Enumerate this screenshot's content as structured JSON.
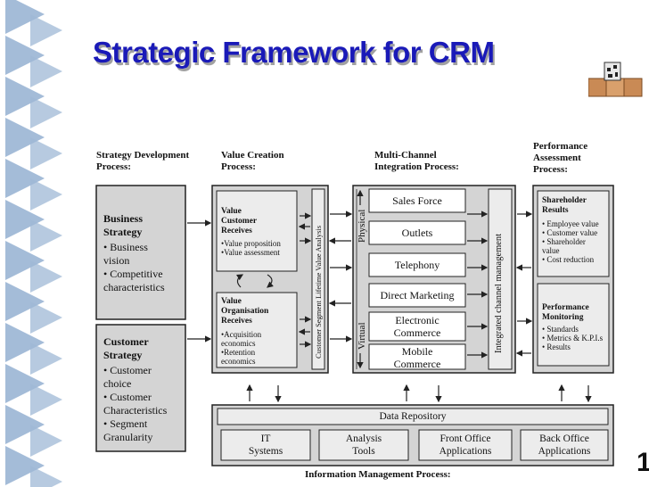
{
  "slide": {
    "title": "Strategic Framework for CRM",
    "page_number": "1"
  },
  "colors": {
    "title": "#1a1ab8",
    "box_fill": "#d4d4d4",
    "channel_fill": "#ffffff",
    "line": "#222222",
    "deco_triangle": "#9fb8d6"
  },
  "icons": [
    "puzzle-cube-icon"
  ],
  "headers": {
    "strategy": "Strategy Development\nProcess:",
    "value": "Value Creation\nProcess:",
    "multichannel": "Multi-Channel\nIntegration Process:",
    "performance": "Performance\nAssessment\nProcess:",
    "information": "Information Management Process:"
  },
  "strategy": {
    "business_title": "Business\nStrategy",
    "business_items": "• Business\n  vision\n• Competitive\n  characteristics",
    "customer_title": "Customer\nStrategy",
    "customer_items": "• Customer\n  choice\n• Customer\n  Characteristics\n• Segment\n  Granularity"
  },
  "value": {
    "customer_title": "Value\nCustomer\nReceives",
    "customer_items": "•Value proposition\n•Value assessment",
    "org_title": "Value\nOrganisation\nReceives",
    "org_items": "•Acquisition\n economics\n•Retention\n economics",
    "vertical_label": "Customer Segment Lifetime Value Analysis"
  },
  "channels": {
    "physical_label": "Physical",
    "virtual_label": "Virtual",
    "integrated_label": "Integrated channel management",
    "items": [
      "Sales Force",
      "Outlets",
      "Telephony",
      "Direct Marketing",
      "Electronic\nCommerce",
      "Mobile\nCommerce"
    ]
  },
  "performance": {
    "shareholder_title": "Shareholder\nResults",
    "shareholder_items": "• Employee value\n• Customer value\n• Shareholder\n  value\n• Cost reduction",
    "monitoring_title": "Performance\nMonitoring",
    "monitoring_items": "• Standards\n• Metrics & K.P.I.s\n• Results"
  },
  "information": {
    "repository": "Data Repository",
    "items": [
      "IT\nSystems",
      "Analysis\nTools",
      "Front Office\nApplications",
      "Back Office\nApplications"
    ]
  }
}
